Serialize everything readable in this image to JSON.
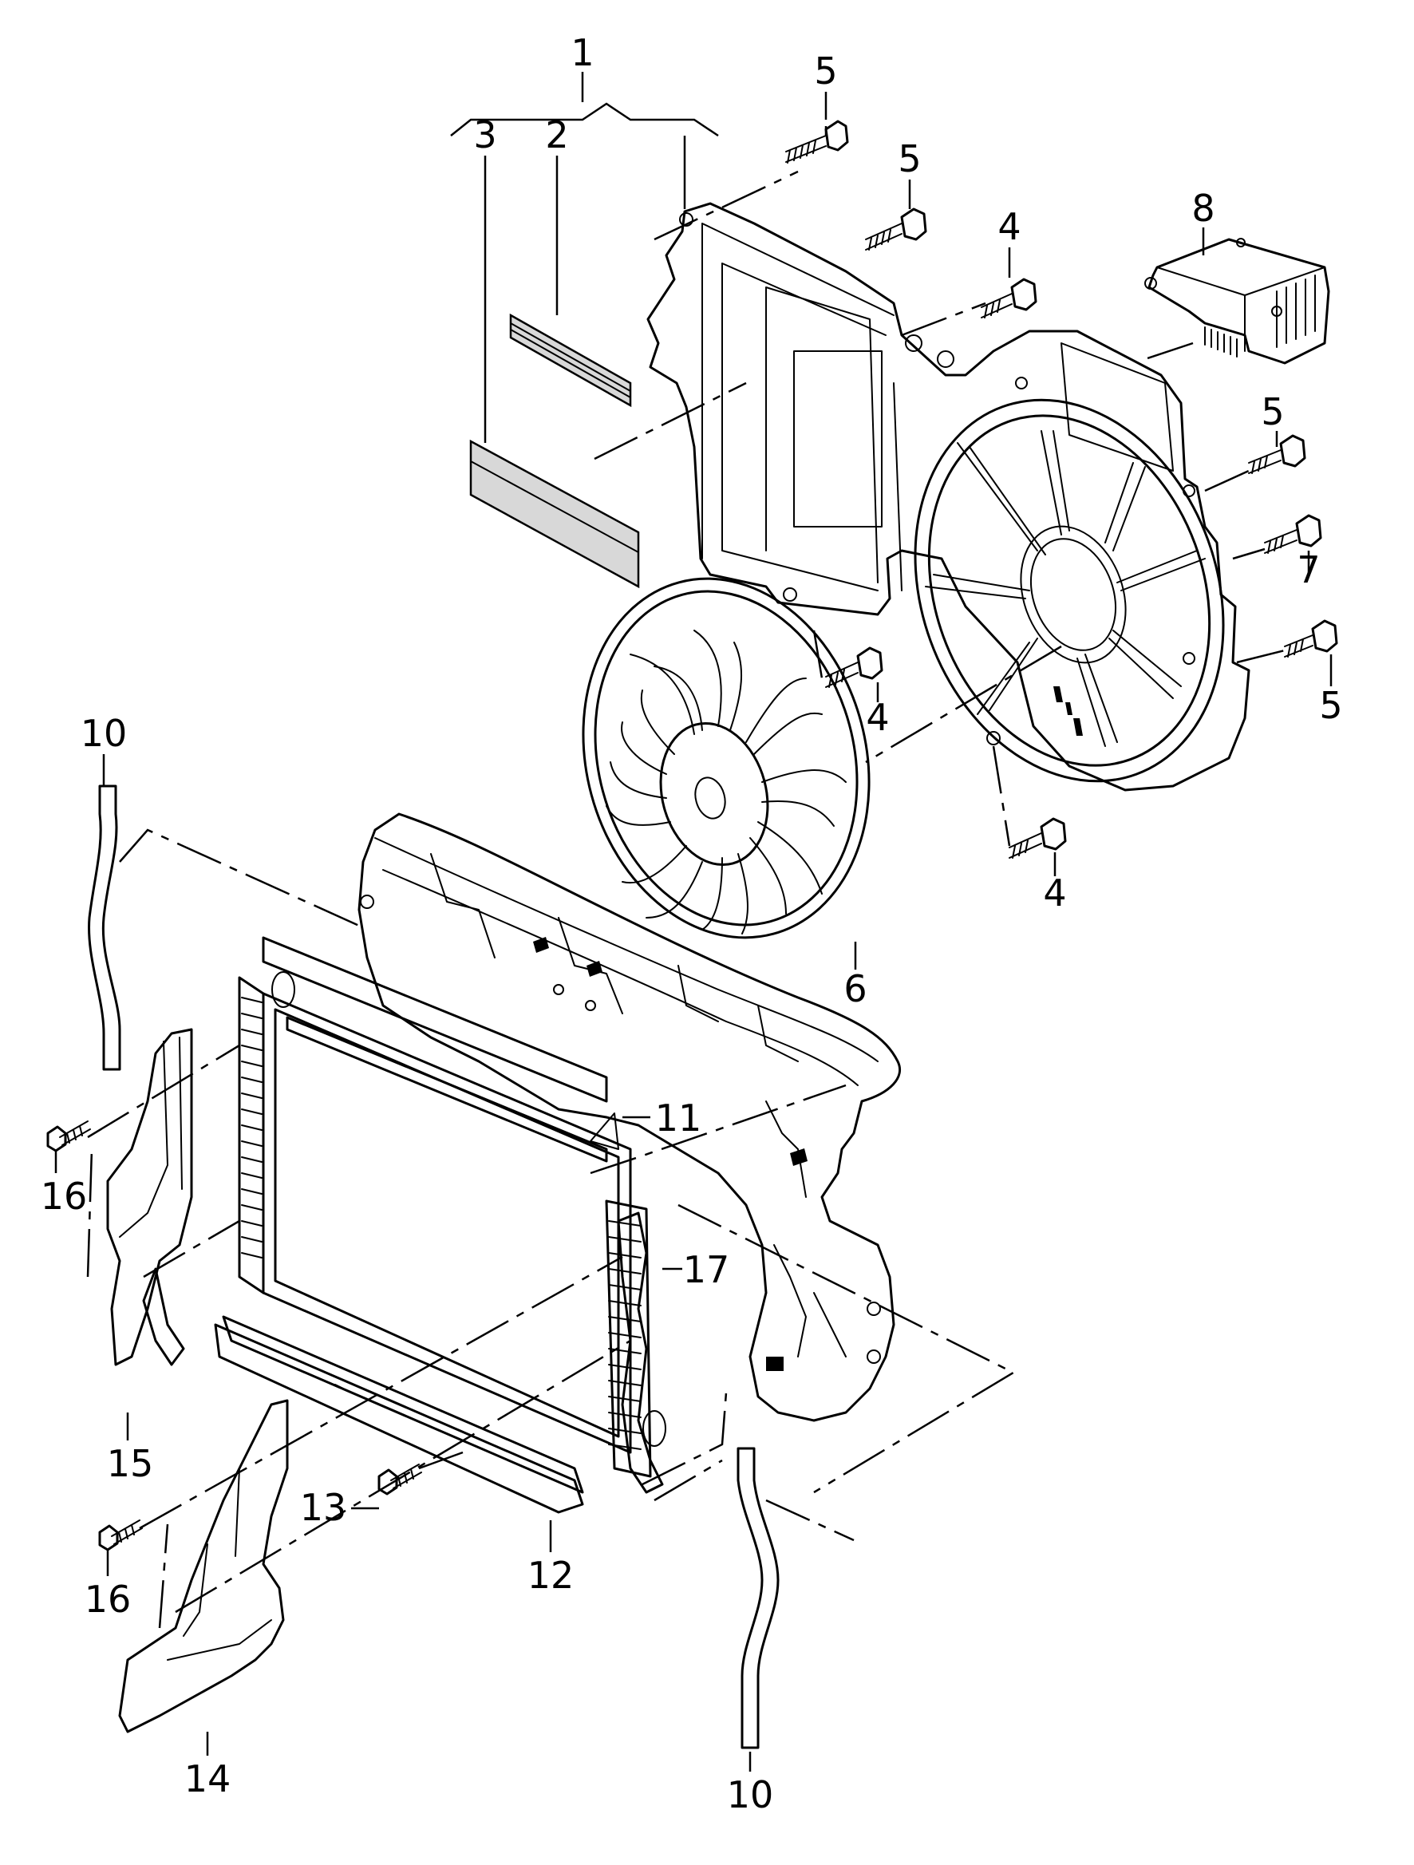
{
  "callouts": {
    "c1": "1",
    "c2": "2",
    "c3": "3",
    "c4a": "4",
    "c4b": "4",
    "c4c": "4",
    "c5a": "5",
    "c5b": "5",
    "c5c": "5",
    "c5d": "5",
    "c6": "6",
    "c7": "7",
    "c8": "8",
    "c10a": "10",
    "c10b": "10",
    "c11": "11",
    "c12": "12",
    "c13": "13",
    "c14": "14",
    "c15": "15",
    "c16a": "16",
    "c16b": "16",
    "c17": "17"
  }
}
